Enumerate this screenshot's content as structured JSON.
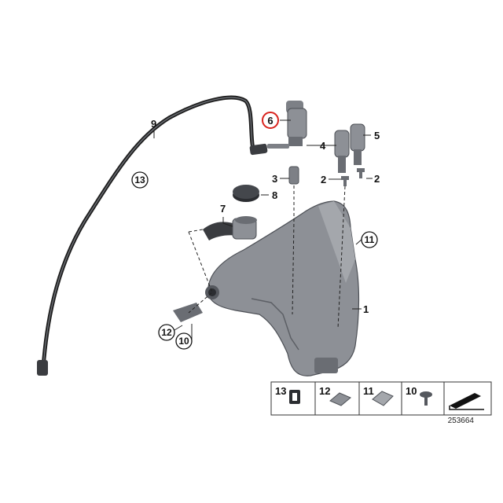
{
  "callouts": {
    "c1": "1",
    "c2a": "2",
    "c2b": "2",
    "c3": "3",
    "c4": "4",
    "c5": "5",
    "c6": "6",
    "c7": "7",
    "c8": "8",
    "c9": "9",
    "c10": "10",
    "c11": "11",
    "c12": "12",
    "c13": "13"
  },
  "legend": {
    "items": [
      "13",
      "12",
      "11",
      "10"
    ]
  },
  "reference_number": "253664",
  "colors": {
    "highlight": "#d9231d",
    "part_gray": "#8d9096",
    "part_dark": "#55585e"
  }
}
